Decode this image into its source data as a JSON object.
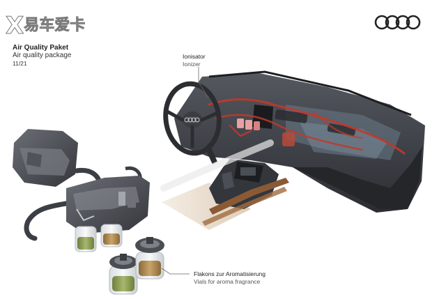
{
  "watermark": {
    "x_glyph": "X",
    "text": "易车爱卡"
  },
  "header": {
    "title": "Air Quality Paket",
    "subtitle": "Air quality package",
    "page_number": "11/21"
  },
  "brand": {
    "logo_name": "four-rings-logo",
    "color": "#222222"
  },
  "callouts": {
    "ionisator": {
      "de": "Ionisator",
      "en": "Ionizer"
    },
    "flakons": {
      "de": "Flakons zur Aromatisierung",
      "en": "Vials for aroma fragrance"
    }
  },
  "colors": {
    "dashboard": "#3c3f45",
    "ducts": "#c0392b",
    "vials_green": "#8fa05a",
    "vials_amber": "#b08a4f",
    "module": "#55585e"
  }
}
